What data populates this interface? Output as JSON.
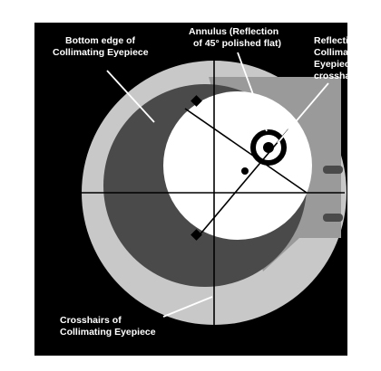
{
  "labels": {
    "bottom_edge": [
      "Bottom edge of",
      "Collimating Eyepiece"
    ],
    "annulus": [
      "Annulus (Reflection",
      "of 45° polished flat)"
    ],
    "reflection": [
      "Reflection of",
      "Collimating",
      "Eyepiece",
      "crosshairs"
    ],
    "crosshairs": [
      "Crosshairs of",
      "Collimating Eyepiece"
    ]
  },
  "colors": {
    "background": "#000000",
    "outer_ring": "#c8c8c8",
    "dark_crescent": "#4a4a4a",
    "right_section": "#9a9a9a",
    "bright_disk": "#ffffff",
    "line": "#000000",
    "label_text": "#ffffff"
  }
}
